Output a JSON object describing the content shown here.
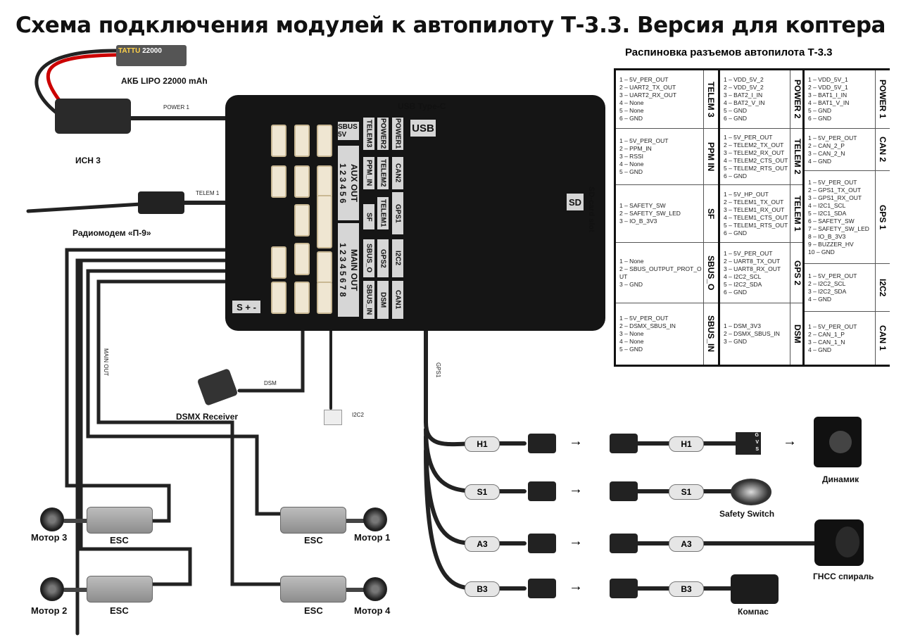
{
  "title": "Схема подключения модулей к автопилоту Т-3.3. Версия для коптера",
  "pinout": {
    "title": "Распиновка разъемов автопилота Т-3.3",
    "columns": [
      [
        {
          "label": "TELEM 3",
          "pins": [
            "1 – 5V_PER_OUT",
            "2 – UART2_TX_OUT",
            "3 – UART2_RX_OUT",
            "4 – None",
            "5 – None",
            "6 – GND"
          ]
        },
        {
          "label": "PPM IN",
          "pins": [
            "1 – 5V_PER_OUT",
            "2 – PPM_IN",
            "3 – RSSI",
            "4 – None",
            "5 – GND"
          ]
        },
        {
          "label": "SF",
          "pins": [
            "1 – SAFETY_SW",
            "2 – SAFETY_SW_LED",
            "3 – IO_B_3V3"
          ]
        },
        {
          "label": "SBUS_O",
          "pins": [
            "1 – None",
            "2 – SBUS_OUTPUT_PROT_OUT",
            "3 – GND"
          ]
        },
        {
          "label": "SBUS_IN",
          "pins": [
            "1 – 5V_PER_OUT",
            "2 – DSMX_SBUS_IN",
            "3 – None",
            "4 – None",
            "5 – GND"
          ]
        }
      ],
      [
        {
          "label": "POWER 2",
          "pins": [
            "1 – VDD_5V_2",
            "2 – VDD_5V_2",
            "3 – BAT2_I_IN",
            "4 – BAT2_V_IN",
            "5 – GND",
            "6 – GND"
          ]
        },
        {
          "label": "TELEM 2",
          "pins": [
            "1 – 5V_PER_OUT",
            "2 – TELEM2_TX_OUT",
            "3 – TELEM2_RX_OUT",
            "4 – TELEM2_CTS_OUT",
            "5 – TELEM2_RTS_OUT",
            "6 – GND"
          ]
        },
        {
          "label": "TELEM 1",
          "pins": [
            "1 – 5V_HP_OUT",
            "2 – TELEM1_TX_OUT",
            "3 – TELEM1_RX_OUT",
            "4 – TELEM1_CTS_OUT",
            "5 – TELEM1_RTS_OUT",
            "6 – GND"
          ]
        },
        {
          "label": "GPS 2",
          "pins": [
            "1 – 5V_PER_OUT",
            "2 – UART8_TX_OUT",
            "3 – UART8_RX_OUT",
            "4 – I2C2_SCL",
            "5 – I2C2_SDA",
            "6 – GND"
          ]
        },
        {
          "label": "DSM",
          "pins": [
            "1 – DSM_3V3",
            "2 – DSMX_SBUS_IN",
            "3 – GND"
          ]
        }
      ],
      [
        {
          "label": "POWER 1",
          "pins": [
            "1 – VDD_5V_1",
            "2 – VDD_5V_1",
            "3 – BAT1_I_IN",
            "4 – BAT1_V_IN",
            "5 – GND",
            "6 – GND"
          ]
        },
        {
          "label": "CAN 2",
          "pins": [
            "1 – 5V_PER_OUT",
            "2 – CAN_2_P",
            "3 – CAN_2_N",
            "4 – GND"
          ]
        },
        {
          "label": "GPS 1",
          "pins": [
            "1 – 5V_PER_OUT",
            "2 – GPS1_TX_OUT",
            "3 – GPS1_RX_OUT",
            "4 – I2C1_SCL",
            "5 – I2C1_SDA",
            "6 – SAFETY_SW",
            "7 – SAFETY_SW_LED",
            "8 – IO_B_3V3",
            "9 – BUZZER_HV",
            "10 – GND"
          ]
        },
        {
          "label": "I2C2",
          "pins": [
            "1 – 5V_PER_OUT",
            "2 – I2C2_SCL",
            "3 – I2C2_SDA",
            "4 – GND"
          ]
        },
        {
          "label": "CAN 1",
          "pins": [
            "1 – 5V_PER_OUT",
            "2 – CAN_1_P",
            "3 – CAN_1_N",
            "4 – GND"
          ]
        }
      ]
    ]
  },
  "board": {
    "usb": "USB",
    "usb_type_c": "USB Type-C",
    "sd": "SD",
    "sd_slot": "SD-card slot",
    "sbus5v": "SBUS 5V",
    "telem3": "TELEM3",
    "power2": "POWER2",
    "power1": "POWER1",
    "ppm_in": "PPM_IN",
    "telem2": "TELEM2",
    "can2": "CAN2",
    "sf": "SF",
    "telem1": "TELEM1",
    "gps1": "GPS1",
    "sbus_o": "SBUS_O",
    "gps2": "GPS2",
    "i2c2": "I2C2",
    "sbus_in": "SBUS_IN",
    "dsm": "DSM",
    "can1": "CAN1",
    "aux_out": "AUX OUT",
    "aux_nums": "1 2 3 4 5 6",
    "main_out": "MAIN OUT",
    "main_nums": "1 2 3 4 5 6 7 8",
    "servo": "S + -"
  },
  "components": {
    "battery": "АКБ LIPO 22000 mAh",
    "battery_brand": "TATTU",
    "battery_cap": "22000",
    "isn": "ИСН 3",
    "modem": "Радиомодем «П-9»",
    "dsmx": "DSMX Receiver",
    "motor1": "Мотор 1",
    "motor2": "Мотор 2",
    "motor3": "Мотор 3",
    "motor4": "Мотор 4",
    "esc": "ESC",
    "speaker": "Динамик",
    "safety": "Safety Switch",
    "gnss": "ГНСС спираль",
    "compass": "Компас",
    "speaker_pins": [
      "G",
      "V",
      "S"
    ]
  },
  "cables": {
    "power1": "POWER 1",
    "telem1": "TELEM 1",
    "dsm": "DSM",
    "i2c2": "I2C2",
    "gps1": "GPS1",
    "main_out": "MAIN OUT"
  },
  "connectors": [
    "H1",
    "S1",
    "A3",
    "B3"
  ]
}
